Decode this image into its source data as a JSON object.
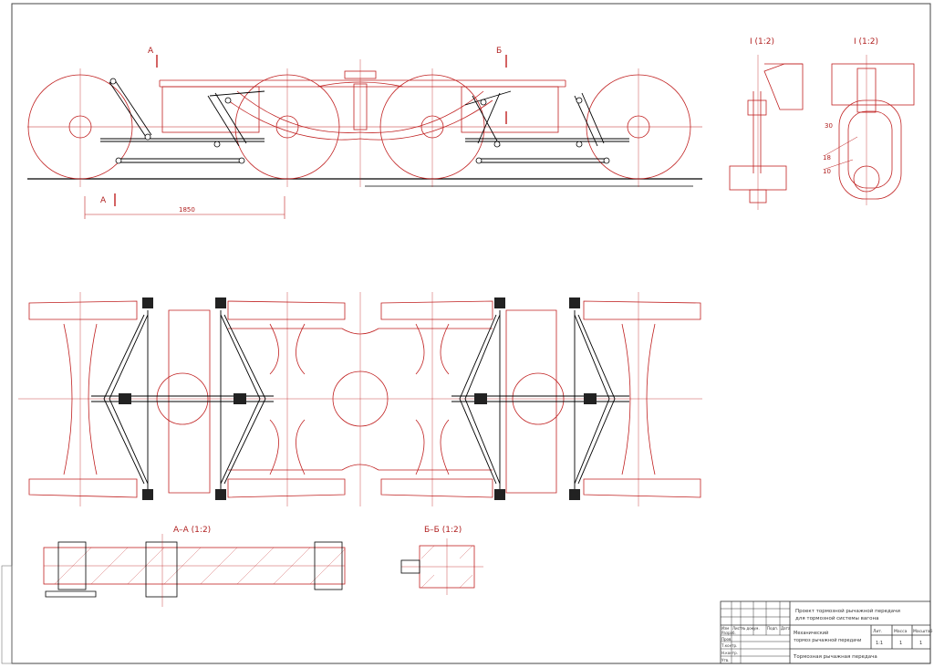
{
  "labels": {
    "section_a_top": "А",
    "section_a_bottom": "А",
    "section_b_top": "Б",
    "dimension_1850": "1850",
    "detail_view_1": "I (1:2)",
    "detail_view_2": "I (1:2)",
    "detail_dim_1": "30",
    "detail_dim_2": "18",
    "detail_dim_3": "10",
    "section_aa": "А–А (1:2)",
    "section_bb": "Б–Б (1:2)"
  },
  "title_block": {
    "line_1": "Проект тормозной рычажной передачи",
    "line_2": "для тормозной системы вагона",
    "mid_1": "Механический",
    "mid_2": "тормоз рычажной передачи",
    "bottom": "Тормозная рычажная передача",
    "col_lit": "Лит.",
    "col_mass": "Масса",
    "col_scale": "Масштаб",
    "val_1": "1:1",
    "val_2": "1",
    "val_3": "1",
    "rows": [
      "Разраб.",
      "Пров.",
      "Т.контр.",
      "Н.контр.",
      "Утв."
    ],
    "head_cols": [
      "Изм",
      "Лист",
      "№ докум.",
      "Подп.",
      "Дата"
    ]
  }
}
